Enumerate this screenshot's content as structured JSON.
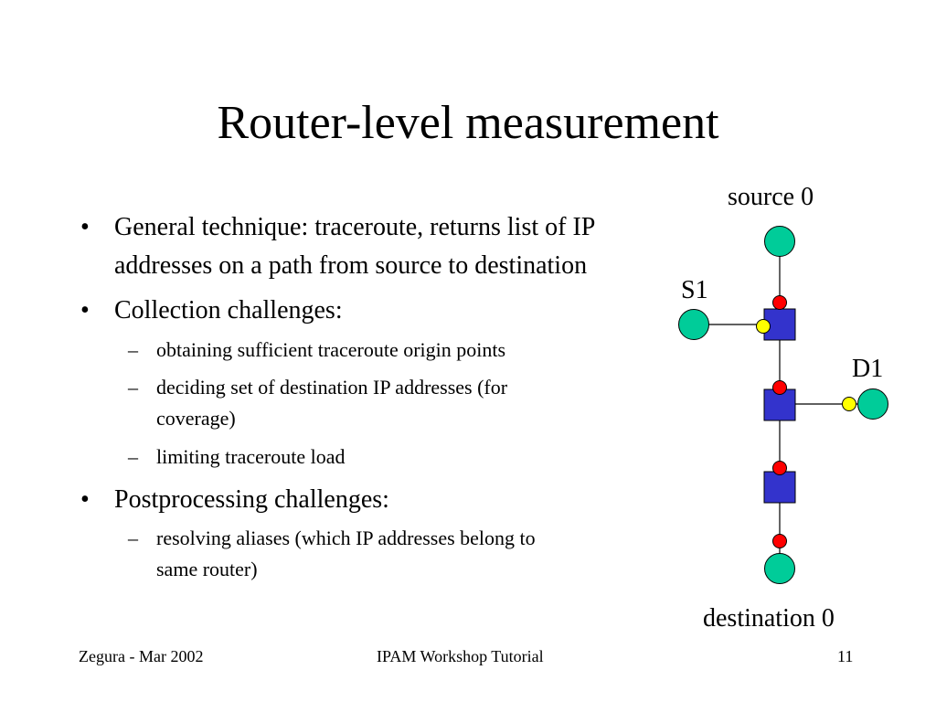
{
  "slide": {
    "title": "Router-level measurement",
    "bullets": [
      {
        "lines": [
          "General technique: traceroute, returns list of IP",
          "addresses on a path from source to destination"
        ],
        "subs": []
      },
      {
        "lines": [
          "Collection challenges:"
        ],
        "subs": [
          {
            "lines": [
              "obtaining sufficient traceroute origin points"
            ]
          },
          {
            "lines": [
              "deciding set of destination IP addresses (for",
              "coverage)"
            ]
          },
          {
            "lines": [
              "limiting traceroute load"
            ]
          }
        ]
      },
      {
        "lines": [
          "Postprocessing challenges:"
        ],
        "subs": [
          {
            "lines": [
              "resolving aliases (which IP addresses belong to",
              "same router)"
            ]
          }
        ]
      }
    ],
    "bullet_marker": "•",
    "sub_marker": "–"
  },
  "diagram": {
    "labels": {
      "source": "source 0",
      "s1": "S1",
      "d1": "D1",
      "destination": "destination 0"
    },
    "colors": {
      "host": "#00cc99",
      "router": "#3333cc",
      "probe_red": "#ff0000",
      "probe_yellow": "#ffff00",
      "link": "#000000"
    }
  },
  "footer": {
    "left": "Zegura - Mar 2002",
    "center": "IPAM Workshop Tutorial",
    "page": "11"
  }
}
